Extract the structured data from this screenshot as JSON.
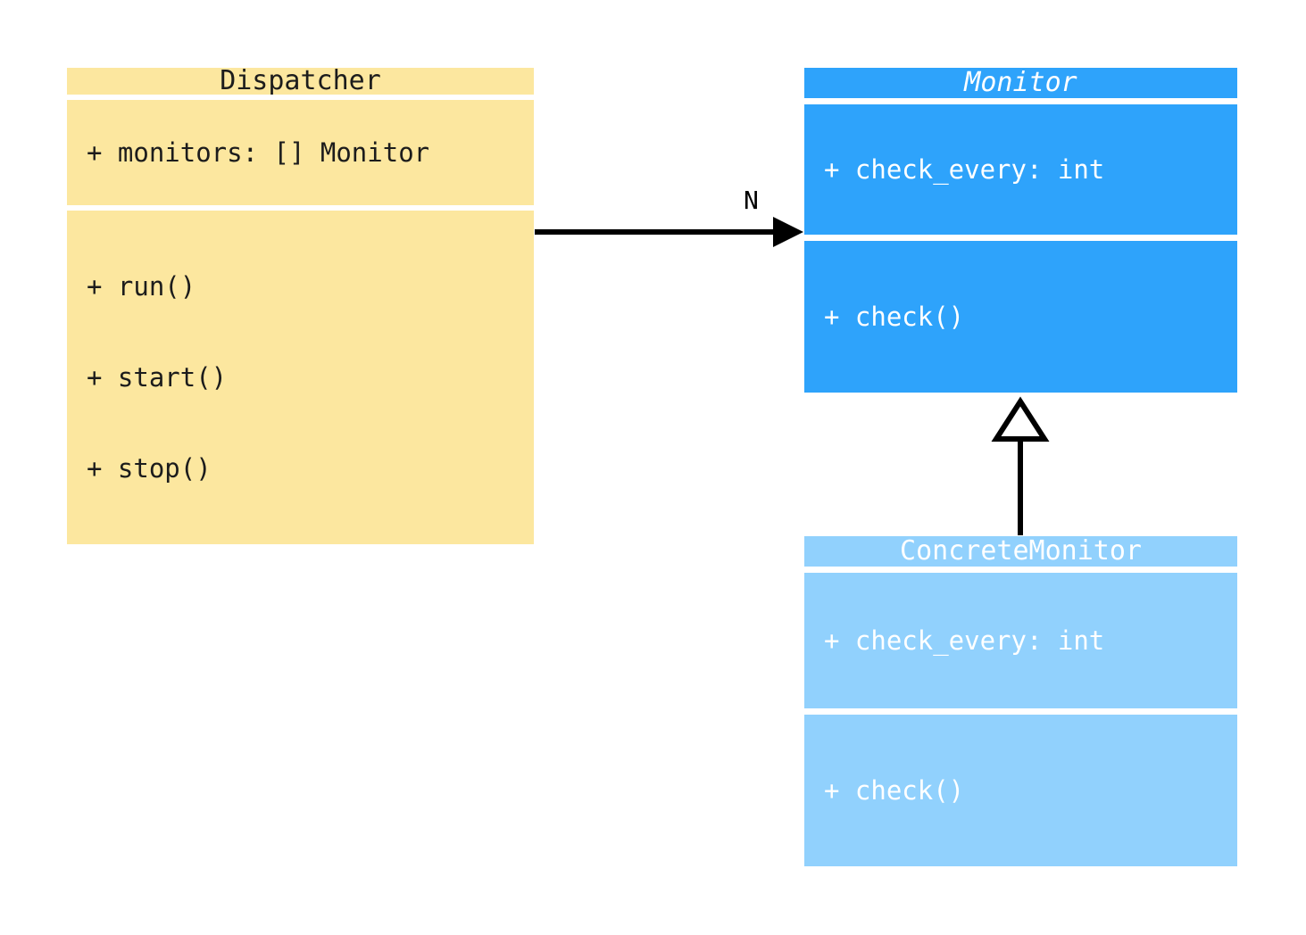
{
  "diagram": {
    "type": "uml-class-diagram",
    "background": "#ffffff"
  },
  "classes": [
    {
      "id": "dispatcher",
      "name": "Dispatcher",
      "abstract": false,
      "fill": "#FCE79F",
      "text_color": "#1c1c1c",
      "attributes": [
        "+ monitors: [] Monitor"
      ],
      "methods": [
        "+ run()",
        "+ start()",
        "+ stop()"
      ]
    },
    {
      "id": "monitor",
      "name": "Monitor",
      "abstract": true,
      "fill": "#2EA3FB",
      "text_color": "#ffffff",
      "attributes": [
        "+ check_every: int"
      ],
      "methods": [
        "+ check()"
      ]
    },
    {
      "id": "concrete_monitor",
      "name": "ConcreteMonitor",
      "abstract": false,
      "fill": "#91D1FD",
      "text_color": "#ffffff",
      "attributes": [
        "+ check_every: int"
      ],
      "methods": [
        "+ check()"
      ]
    }
  ],
  "relationships": [
    {
      "id": "dispatcher-monitor-association",
      "kind": "association",
      "from": "Dispatcher",
      "to": "Monitor",
      "arrowhead": "solid-filled-triangle",
      "line": "solid",
      "multiplicity_label": "N"
    },
    {
      "id": "concrete-monitor-generalization",
      "kind": "generalization",
      "from": "ConcreteMonitor",
      "to": "Monitor",
      "arrowhead": "hollow-triangle",
      "line": "solid",
      "multiplicity_label": ""
    }
  ]
}
